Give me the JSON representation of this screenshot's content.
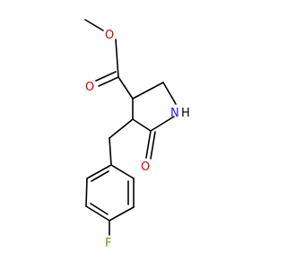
{
  "colors": {
    "bond": "#000000",
    "oxygen": "#d40000",
    "nitrogen": "#1a1aff",
    "fluorine": "#55aa00",
    "hydrogen": "#000000"
  },
  "atoms": {
    "ester_oxygen": "O",
    "carbonyl_oxygen_ester": "O",
    "ring_nitrogen": "N",
    "ring_nh_hydrogen": "H",
    "lactam_oxygen": "O",
    "fluorine": "F"
  }
}
